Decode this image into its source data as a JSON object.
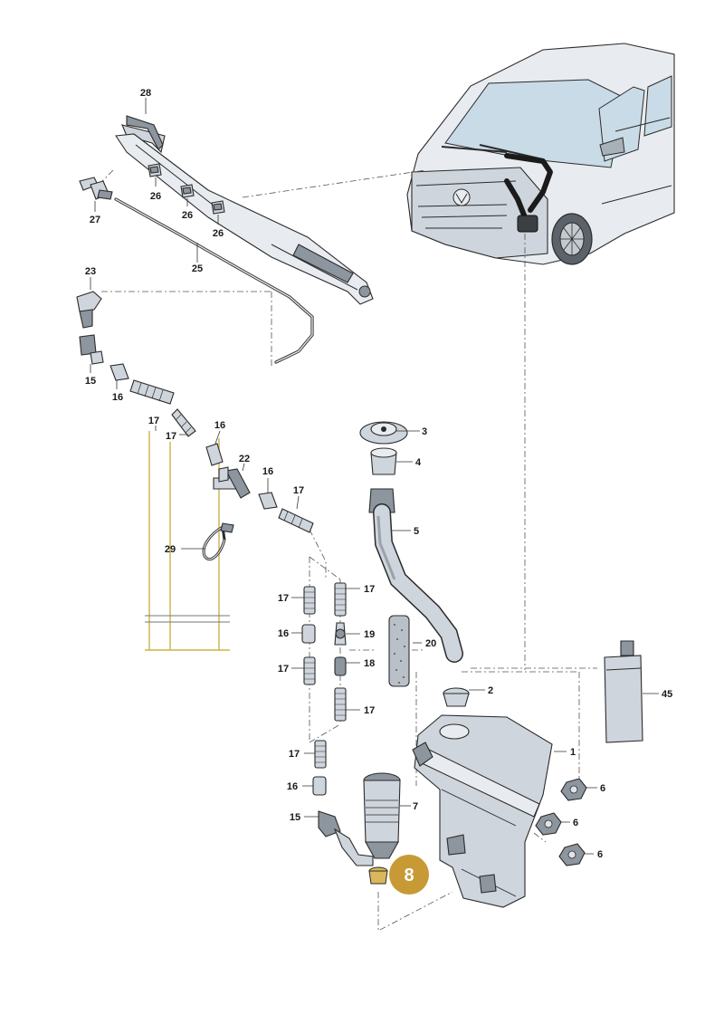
{
  "diagram": {
    "callouts": {
      "c1": "1",
      "c2": "2",
      "c3": "3",
      "c4": "4",
      "c5": "5",
      "c6a": "6",
      "c6b": "6",
      "c6c": "6",
      "c7": "7",
      "c15a": "15",
      "c15b": "15",
      "c16a": "16",
      "c16b": "16",
      "c16c": "16",
      "c16d": "16",
      "c16e": "16",
      "c17a": "17",
      "c17b": "17",
      "c17c": "17",
      "c17d": "17",
      "c17e": "17",
      "c17f": "17",
      "c17g": "17",
      "c17h": "17",
      "c18": "18",
      "c19": "19",
      "c20": "20",
      "c22": "22",
      "c23": "23",
      "c25": "25",
      "c26a": "26",
      "c26b": "26",
      "c26c": "26",
      "c27": "27",
      "c28": "28",
      "c29": "29",
      "c45": "45"
    },
    "highlight_badge": "8",
    "colors": {
      "badge": "#c79a36",
      "guide_lines": "#c9b44a",
      "part_fill": "#cfd5dc",
      "outline": "#2b2b2b"
    }
  }
}
